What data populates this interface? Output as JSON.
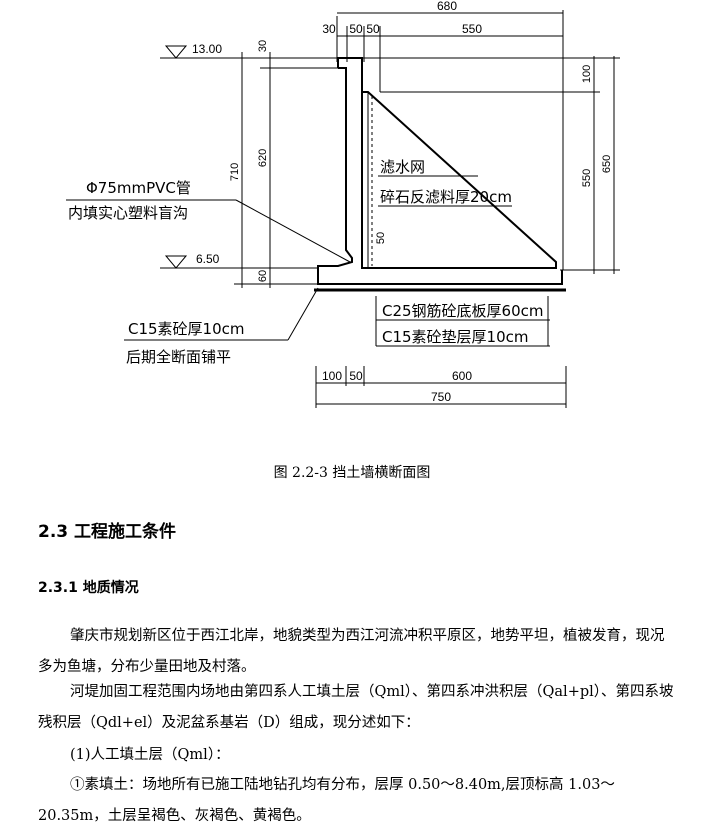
{
  "figure": {
    "dimensions": {
      "top_total": "680",
      "top_30": "30",
      "top_50a": "50",
      "top_50b": "50",
      "top_550": "550",
      "left_30": "30",
      "left_620": "620",
      "left_710": "710",
      "left_60": "60",
      "right_100": "100",
      "right_550": "550",
      "right_650": "650",
      "inner_50": "50",
      "bottom_100": "100",
      "bottom_50": "50",
      "bottom_600": "600",
      "bottom_750": "750"
    },
    "elevations": {
      "top": "13.00",
      "bottom": "6.50"
    },
    "labels": {
      "pvc_line1": "Φ75mmPVC管",
      "pvc_line2": "内填实心塑料盲沟",
      "filter_line1": "滤水网",
      "filter_line2": "碎石反滤料厚20cm",
      "c25": "C25钢筋砼底板厚60cm",
      "c15_pad": "C15素砼垫层厚10cm",
      "c15_left_line1": "C15素砼厚10cm",
      "c15_left_line2": "后期全断面铺平"
    }
  },
  "caption": "图 2.2-3 挡土墙横断面图",
  "section": {
    "heading": "2.3  工程施工条件",
    "subheading": "2.3.1  地质情况",
    "paragraphs": [
      "肇庆市规划新区位于西江北岸，地貌类型为西江河流冲积平原区，地势平坦，植被发育，现况多为鱼塘，分布少量田地及村落。",
      "河堤加固工程范围内场地由第四系人工填土层（Qml）、第四系冲洪积层（Qal+pl）、第四系坡残积层（Qdl+el）及泥盆系基岩（D）组成，现分述如下：",
      "(1)人工填土层（Qml）：",
      "①素填土：场地所有已施工陆地钻孔均有分布，层厚 0.50～8.40m,层顶标高 1.03～20.35m，土层呈褐色、灰褐色、黄褐色。"
    ]
  }
}
